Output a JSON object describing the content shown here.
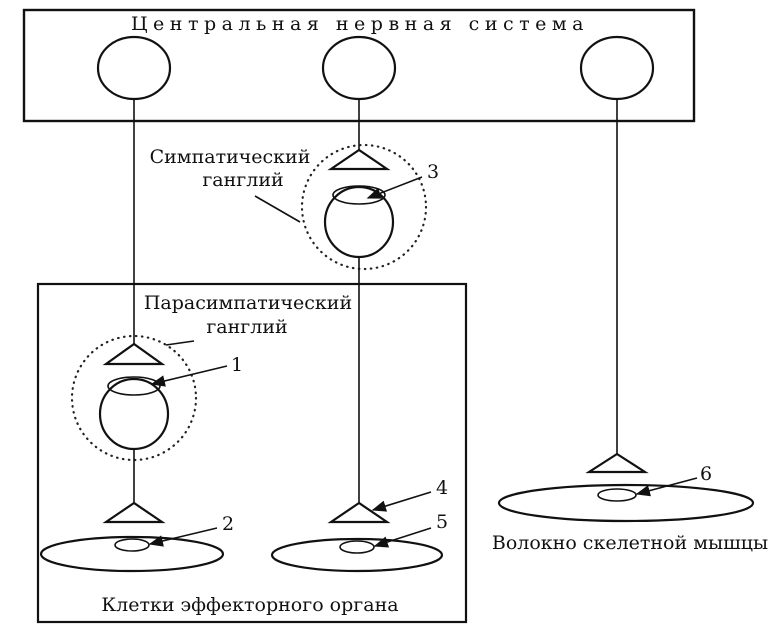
{
  "cns_label": "Центральная нервная система",
  "sympathetic_ganglion_label": [
    "Симпатический",
    "ганглий"
  ],
  "parasympathetic_ganglion_label": [
    "Парасимпатический",
    "ганглий"
  ],
  "effector_cells_label": "Клетки эффекторного органа",
  "skeletal_fiber_label": "Волокно скелетной мышцы",
  "markers": [
    "1",
    "2",
    "3",
    "4",
    "5",
    "6"
  ]
}
